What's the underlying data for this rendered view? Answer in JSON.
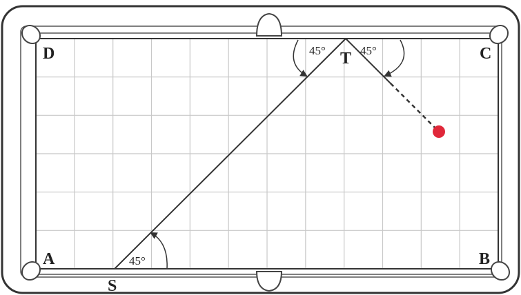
{
  "table": {
    "corner_labels": {
      "top_left": "D",
      "top_right": "C",
      "bottom_left": "A",
      "bottom_right": "B"
    },
    "grid": {
      "columns": 12,
      "rows": 6
    }
  },
  "path": {
    "start_label": "S",
    "bounce_label": "T",
    "angles": {
      "at_start": "45°",
      "at_bounce_left": "45°",
      "at_bounce_right": "45°"
    }
  },
  "ball": {
    "color": "#e0283a"
  },
  "colors": {
    "frame": "#333333",
    "grid": "#c8c8c8",
    "line": "#333333"
  }
}
